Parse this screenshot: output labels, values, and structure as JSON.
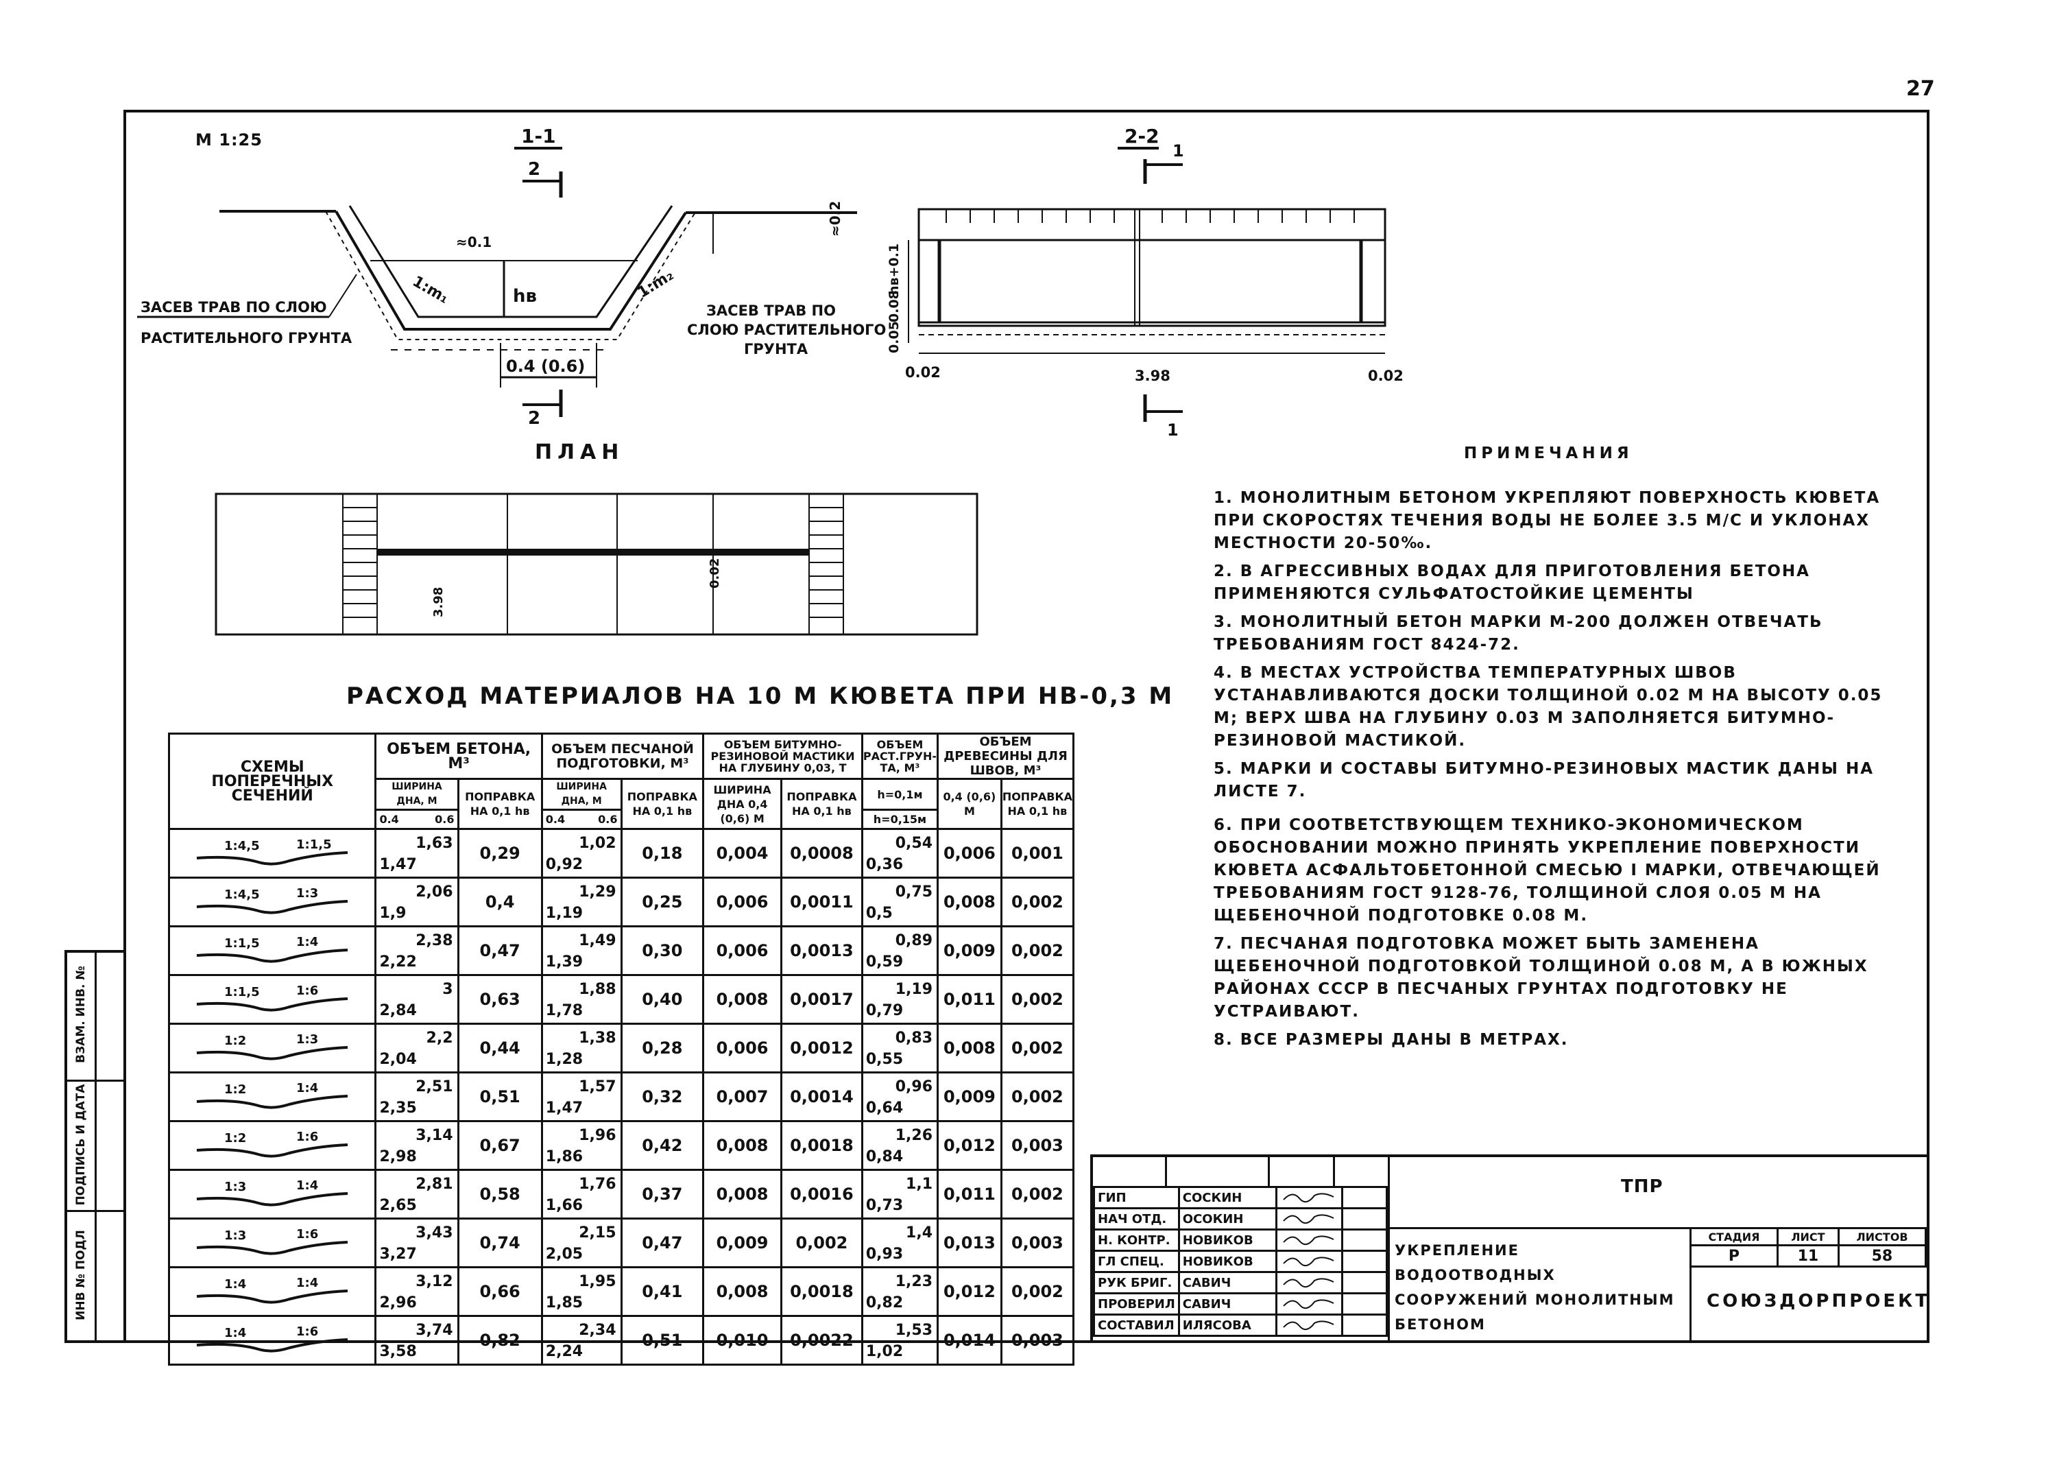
{
  "page_number": "27",
  "scale": "М 1:25",
  "sections": {
    "s11": "1-1",
    "s22": "2-2",
    "m2": "2",
    "m1": "1"
  },
  "cross_section": {
    "seeding_left_1": "ЗАСЕВ ТРАВ ПО СЛОЮ",
    "seeding_left_2": "РАСТИТЕЛЬНОГО ГРУНТА",
    "seeding_right_1": "ЗАСЕВ ТРАВ ПО",
    "seeding_right_2": "СЛОЮ РАСТИТЕЛЬНОГО",
    "seeding_right_3": "ГРУНТА",
    "depth": "hв",
    "bottom_width": "0.4 (0.6)",
    "slope_left": "1:m₁",
    "slope_right": "1:m₂",
    "top_left": "≈0.1",
    "top_right": "≈0.2"
  },
  "longitudinal": {
    "hb": "hв+0.1",
    "h1": "0.08",
    "h2": "0.05",
    "gap_left": "0.02",
    "length": "3.98",
    "gap_right": "0.02"
  },
  "plan": {
    "title": "ПЛАН",
    "dim1": "3.98",
    "dim2": "0.02"
  },
  "table_title": "Расход материалов на 10 м кювета при hв-0,3 м",
  "table": {
    "headers": {
      "schemes": "СХЕМЫ ПОПЕРЕЧНЫХ СЕЧЕНИЙ",
      "concrete": "ОБЪЕМ БЕТОНА, М³",
      "sand": "ОБЪЕМ ПЕСЧАНОЙ ПОДГОТОВКИ, М³",
      "mastic": "ОБЪЕМ БИТУМНО-РЕЗИНОВОЙ МАСТИКИ НА ГЛУБИНУ 0,03, Т",
      "soil": "ОБЪЕМ РАСТ.ГРУН-ТА, М³",
      "wood": "ОБЪЕМ ДРЕВЕСИНЫ ДЛЯ ШВОВ, М³",
      "width": "ШИРИНА ДНА, М",
      "w04": "0.4",
      "w06": "0.6",
      "corr": "ПОПРАВКА НА 0,1 hв",
      "mastic_width": "ШИРИНА ДНА 0,4 (0,6) М",
      "soil_h1": "h=0,1м",
      "soil_h2": "h=0,15м",
      "wood_width": "0,4 (0,6) М"
    },
    "rows": [
      {
        "scheme": [
          "1:4,5",
          "1:1,5"
        ],
        "c1": "1,47",
        "c2": "1,63",
        "cc": "0,29",
        "s1": "0,92",
        "s2": "1,02",
        "sc": "0,18",
        "m": "0,004",
        "mc": "0,0008",
        "r1": "0,36",
        "r2": "0,54",
        "w": "0,006",
        "wc": "0,001"
      },
      {
        "scheme": [
          "1:4,5",
          "1:3"
        ],
        "c1": "1,9",
        "c2": "2,06",
        "cc": "0,4",
        "s1": "1,19",
        "s2": "1,29",
        "sc": "0,25",
        "m": "0,006",
        "mc": "0,0011",
        "r1": "0,5",
        "r2": "0,75",
        "w": "0,008",
        "wc": "0,002"
      },
      {
        "scheme": [
          "1:1,5",
          "1:4"
        ],
        "c1": "2,22",
        "c2": "2,38",
        "cc": "0,47",
        "s1": "1,39",
        "s2": "1,49",
        "sc": "0,30",
        "m": "0,006",
        "mc": "0,0013",
        "r1": "0,59",
        "r2": "0,89",
        "w": "0,009",
        "wc": "0,002"
      },
      {
        "scheme": [
          "1:1,5",
          "1:6"
        ],
        "c1": "2,84",
        "c2": "3",
        "cc": "0,63",
        "s1": "1,78",
        "s2": "1,88",
        "sc": "0,40",
        "m": "0,008",
        "mc": "0,0017",
        "r1": "0,79",
        "r2": "1,19",
        "w": "0,011",
        "wc": "0,002"
      },
      {
        "scheme": [
          "1:2",
          "1:3"
        ],
        "c1": "2,04",
        "c2": "2,2",
        "cc": "0,44",
        "s1": "1,28",
        "s2": "1,38",
        "sc": "0,28",
        "m": "0,006",
        "mc": "0,0012",
        "r1": "0,55",
        "r2": "0,83",
        "w": "0,008",
        "wc": "0,002"
      },
      {
        "scheme": [
          "1:2",
          "1:4"
        ],
        "c1": "2,35",
        "c2": "2,51",
        "cc": "0,51",
        "s1": "1,47",
        "s2": "1,57",
        "sc": "0,32",
        "m": "0,007",
        "mc": "0,0014",
        "r1": "0,64",
        "r2": "0,96",
        "w": "0,009",
        "wc": "0,002"
      },
      {
        "scheme": [
          "1:2",
          "1:6"
        ],
        "c1": "2,98",
        "c2": "3,14",
        "cc": "0,67",
        "s1": "1,86",
        "s2": "1,96",
        "sc": "0,42",
        "m": "0,008",
        "mc": "0,0018",
        "r1": "0,84",
        "r2": "1,26",
        "w": "0,012",
        "wc": "0,003"
      },
      {
        "scheme": [
          "1:3",
          "1:4"
        ],
        "c1": "2,65",
        "c2": "2,81",
        "cc": "0,58",
        "s1": "1,66",
        "s2": "1,76",
        "sc": "0,37",
        "m": "0,008",
        "mc": "0,0016",
        "r1": "0,73",
        "r2": "1,1",
        "w": "0,011",
        "wc": "0,002"
      },
      {
        "scheme": [
          "1:3",
          "1:6"
        ],
        "c1": "3,27",
        "c2": "3,43",
        "cc": "0,74",
        "s1": "2,05",
        "s2": "2,15",
        "sc": "0,47",
        "m": "0,009",
        "mc": "0,002",
        "r1": "0,93",
        "r2": "1,4",
        "w": "0,013",
        "wc": "0,003"
      },
      {
        "scheme": [
          "1:4",
          "1:4"
        ],
        "c1": "2,96",
        "c2": "3,12",
        "cc": "0,66",
        "s1": "1,85",
        "s2": "1,95",
        "sc": "0,41",
        "m": "0,008",
        "mc": "0,0018",
        "r1": "0,82",
        "r2": "1,23",
        "w": "0,012",
        "wc": "0,002"
      },
      {
        "scheme": [
          "1:4",
          "1:6"
        ],
        "c1": "3,58",
        "c2": "3,74",
        "cc": "0,82",
        "s1": "2,24",
        "s2": "2,34",
        "sc": "0,51",
        "m": "0,010",
        "mc": "0,0022",
        "r1": "1,02",
        "r2": "1,53",
        "w": "0,014",
        "wc": "0,003"
      }
    ]
  },
  "notes": {
    "title": "ПРИМЕЧАНИЯ",
    "items": [
      "1. Монолитным бетоном укрепляют поверхность кювета при скоростях течения воды не более 3.5 м/с и уклонах местности 20-50‰.",
      "2. В агрессивных водах для приготовления бетона применяются сульфатостойкие цементы",
      "3. Монолитный бетон марки М-200 должен отвечать требованиям ГОСТ 8424-72.",
      "4. В местах устройства температурных швов устанавливаются доски толщиной 0.02 м на высоту 0.05 м; верх шва на глубину 0.03 м заполняется битумно-резиновой мастикой.",
      "5. Марки и составы битумно-резиновых мастик даны на листе 7.",
      "6. При соответствующем технико-экономическом обосновании можно принять укрепление поверхности кювета асфальтобетонной смесью I марки, отвечающей требованиям ГОСТ 9128-76, толщиной слоя 0.05 м на щебеночной подготовке 0.08 м.",
      "7. Песчаная подготовка может быть заменена щебеночной подготовкой толщиной 0.08 м, а в южных районах СССР в песчаных грунтах подготовку не устраивают.",
      "8. Все размеры даны в метрах."
    ]
  },
  "side_stamp": [
    "ВЗАМ. ИНВ. №",
    "ПОДПИСЬ И ДАТА",
    "ИНВ № ПОДЛ"
  ],
  "title_block": {
    "series": "ТПР",
    "title": "Укрепление водоотводных сооружений монолитным бетоном",
    "stage_label": "СТАДИЯ",
    "sheet_label": "ЛИСТ",
    "sheets_label": "ЛИСТОВ",
    "stage": "Р",
    "sheet": "11",
    "sheets": "58",
    "org": "СОЮЗДОРПРОЕКТ",
    "people": [
      {
        "role": "ГИП",
        "name": "СОСКИН"
      },
      {
        "role": "НАЧ ОТД.",
        "name": "ОСОКИН"
      },
      {
        "role": "Н. КОНТР.",
        "name": "НОВИКОВ"
      },
      {
        "role": "ГЛ СПЕЦ.",
        "name": "НОВИКОВ"
      },
      {
        "role": "РУК БРИГ.",
        "name": "САВИЧ"
      },
      {
        "role": "ПРОВЕРИЛ",
        "name": "САВИЧ"
      },
      {
        "role": "СОСТАВИЛ",
        "name": "ИЛЯСОВА"
      }
    ]
  }
}
